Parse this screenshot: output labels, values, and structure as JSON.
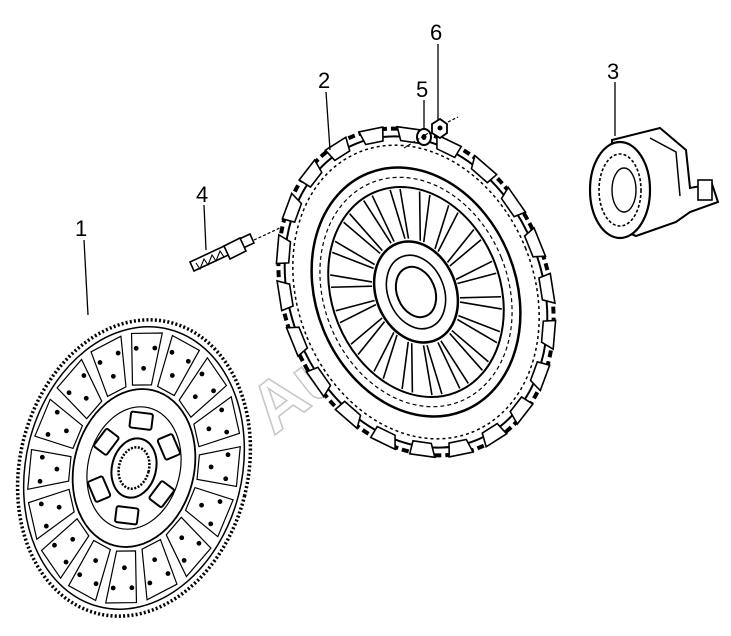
{
  "diagram": {
    "parts": [
      {
        "id": "clutch-disc",
        "label": "1"
      },
      {
        "id": "pressure-plate",
        "label": "2"
      },
      {
        "id": "release-bearing",
        "label": "3"
      },
      {
        "id": "bolt",
        "label": "4"
      },
      {
        "id": "washer",
        "label": "5"
      },
      {
        "id": "nut",
        "label": "6"
      }
    ],
    "watermark": "AutoSoft",
    "colors": {
      "ink": "#000000",
      "paper": "#ffffff",
      "watermark": "#c8c8c8"
    }
  }
}
